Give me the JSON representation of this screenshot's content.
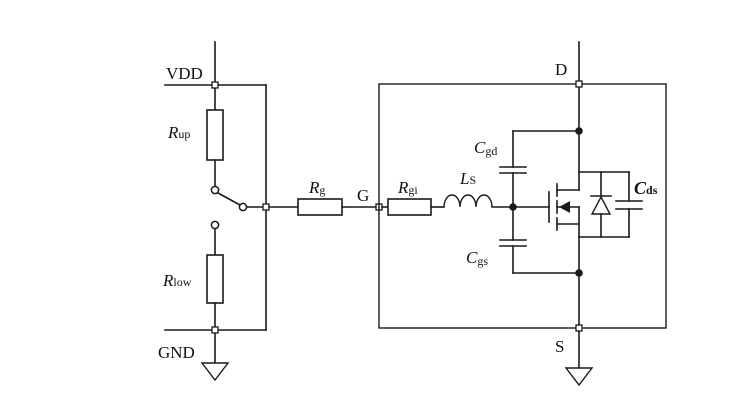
{
  "labels": {
    "vdd": "VDD",
    "gnd": "GND",
    "d": "D",
    "s": "S",
    "g": "G",
    "rup_main": "R",
    "rup_sub": "up",
    "rlow_main": "R",
    "rlow_sub": "low",
    "rg_main": "R",
    "rg_sub": "g",
    "rgi_main": "R",
    "rgi_sub": "gi",
    "ls_main": "L",
    "ls_sub": "S",
    "cgd_main": "C",
    "cgd_sub": "gd",
    "cgs_main": "C",
    "cgs_sub": "gs",
    "cds_main": "C",
    "cds_sub": "ds"
  }
}
